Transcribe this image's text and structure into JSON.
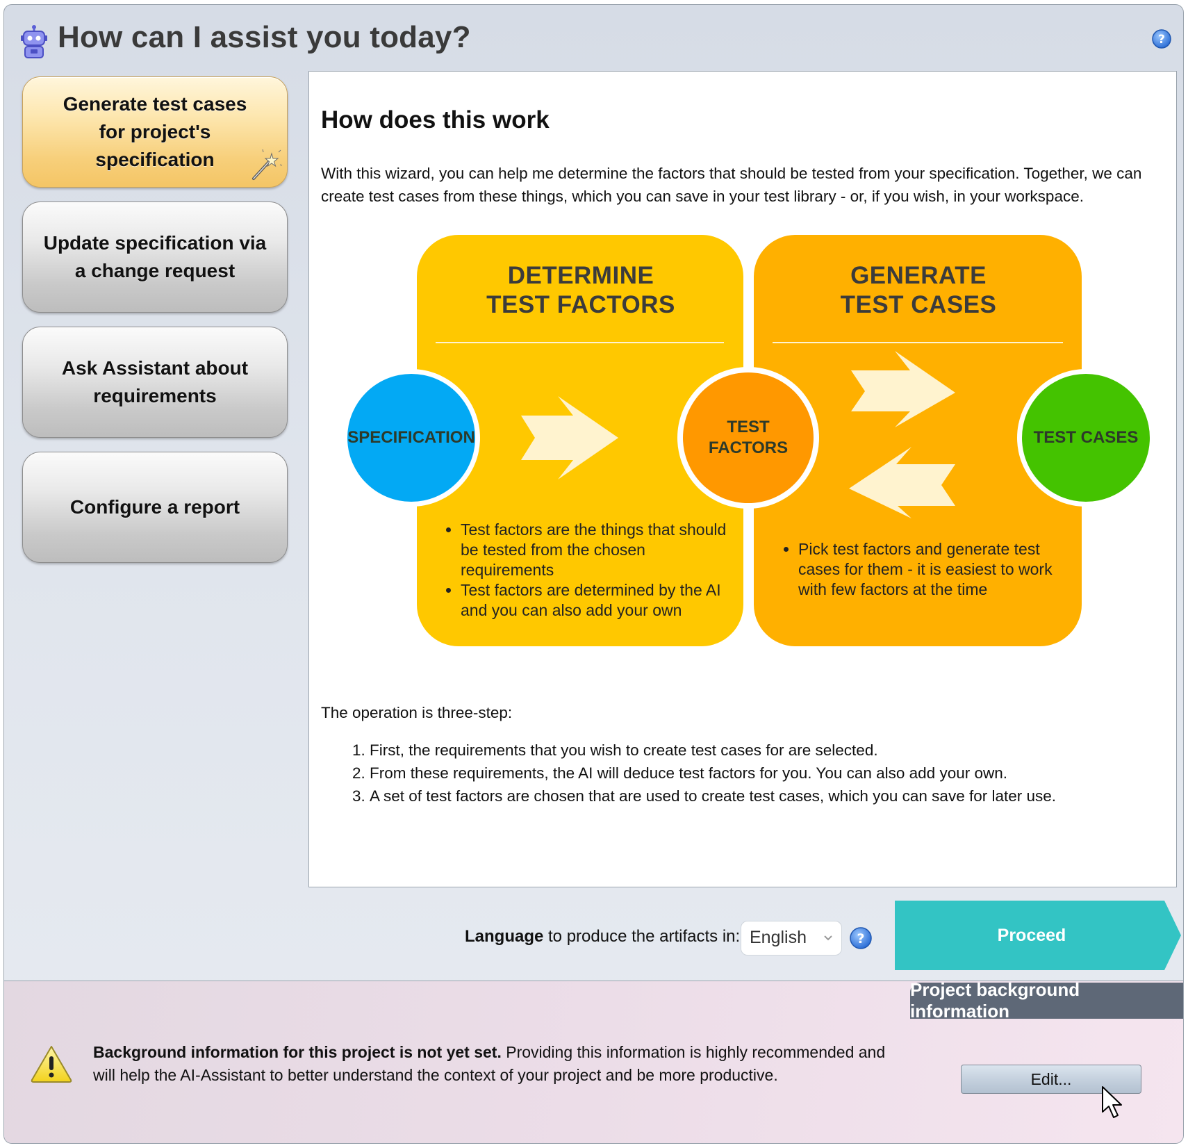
{
  "header": {
    "title": "How can I assist you today?"
  },
  "sidebar": {
    "items": [
      {
        "label": "Generate test cases for project's specification",
        "active": true
      },
      {
        "label": "Update specification via a change request",
        "active": false
      },
      {
        "label": "Ask Assistant about requirements",
        "active": false
      },
      {
        "label": "Configure a report",
        "active": false
      }
    ]
  },
  "content": {
    "heading": "How does this work",
    "intro": "With this wizard, you can help me determine the factors that should be tested from your specification. Together, we can create test cases from these things, which you can save in your test library - or, if you wish, in your workspace.",
    "diagram": {
      "left_title_1": "DETERMINE",
      "left_title_2": "TEST FACTORS",
      "right_title_1": "GENERATE",
      "right_title_2": "TEST CASES",
      "circle_spec": "SPECIFICATION",
      "circle_factors_1": "TEST",
      "circle_factors_2": "FACTORS",
      "circle_cases": "TEST CASES",
      "left_bullets": [
        "Test factors are the things that should be tested from the chosen requirements",
        "Test factors are determined by the AI and you can also add your own"
      ],
      "right_bullets": [
        "Pick test factors and generate test cases for them - it is easiest to work with few factors at the time"
      ],
      "colors": {
        "left_panel": "#ffc800",
        "right_panel": "#ffb000",
        "spec_circle": "#03a9f4",
        "factors_circle": "#ff9800",
        "cases_circle": "#44c300",
        "arrow": "#fff3cf"
      }
    },
    "ops_intro": "The operation is three-step:",
    "steps": [
      "First, the requirements that you wish to create test cases for are selected.",
      "From these requirements, the AI will deduce test factors for you. You can also add your own.",
      "A set of test factors are chosen that are used to create test cases, which you can save for later use."
    ]
  },
  "language": {
    "label_bold": "Language",
    "label_rest": " to produce the artifacts in:",
    "selected": "English"
  },
  "proceed": {
    "label": "Proceed",
    "color": "#33c4c4"
  },
  "background_panel": {
    "tab_label": "Project background information",
    "warning_bold": "Background information for this project is not yet set.",
    "warning_rest": " Providing this information is highly recommended and will help the AI-Assistant to better understand the context of your project and be more productive.",
    "edit_label": "Edit..."
  }
}
